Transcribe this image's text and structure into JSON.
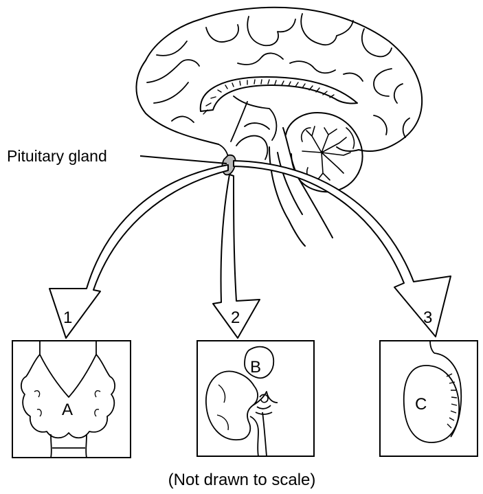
{
  "labels": {
    "pituitary": "Pituitary gland",
    "arrow_1": "1",
    "arrow_2": "2",
    "arrow_3": "3",
    "gland_a": "A",
    "gland_b": "B",
    "gland_c": "C",
    "caption": "(Not drawn to scale)"
  }
}
